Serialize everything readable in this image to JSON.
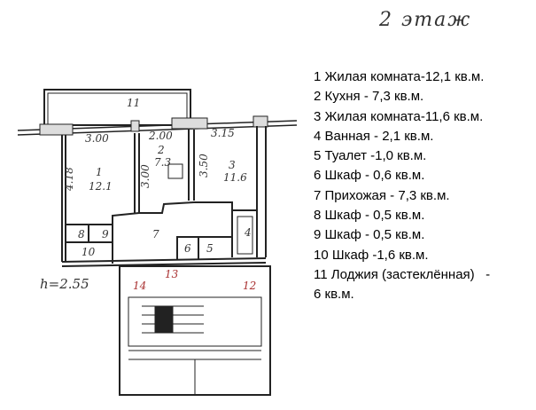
{
  "title": "2 этаж",
  "legend": [
    "1 Жилая комната-12,1 кв.м.",
    "2 Кухня - 7,3 кв.м.",
    "3 Жилая комната-11,6 кв.м.",
    "4 Ванная - 2,1 кв.м.",
    "5 Туалет -1,0 кв.м.",
    "6 Шкаф - 0,6 кв.м.",
    "7 Прихожая - 7,3 кв.м.",
    "8 Шкаф - 0,5 кв.м.",
    "9 Шкаф - 0,5 кв.м.",
    "10 Шкаф -1,6 кв.м.",
    "11 Лоджия (застеклённая)   -",
    "6 кв.м."
  ],
  "plan": {
    "balcony": "11",
    "dims": [
      "3.00",
      "2.00",
      "3.15",
      "4.18",
      "3.00",
      "3.50"
    ],
    "rooms": [
      {
        "num": "1",
        "area": "12.1"
      },
      {
        "num": "2",
        "area": "7.3"
      },
      {
        "num": "3",
        "area": "11.6"
      },
      {
        "num": "4"
      },
      {
        "num": "5"
      },
      {
        "num": "6"
      },
      {
        "num": "7"
      },
      {
        "num": "8"
      },
      {
        "num": "9"
      },
      {
        "num": "10"
      }
    ],
    "height": "h=2.55",
    "neighbors": [
      "13",
      "14",
      "12"
    ]
  }
}
